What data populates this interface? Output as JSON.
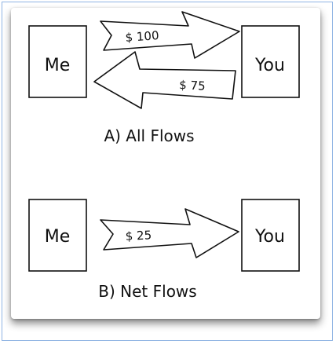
{
  "panels": [
    {
      "caption": "A) All Flows",
      "left_box": "Me",
      "right_box": "You",
      "flows": [
        {
          "label": "$ 100",
          "direction": "right"
        },
        {
          "label": "$ 75",
          "direction": "left"
        }
      ]
    },
    {
      "caption": "B) Net Flows",
      "left_box": "Me",
      "right_box": "You",
      "flows": [
        {
          "label": "$ 25",
          "direction": "right"
        }
      ]
    }
  ],
  "colors": {
    "ink": "#111111",
    "frame": "#8fb4e3"
  }
}
